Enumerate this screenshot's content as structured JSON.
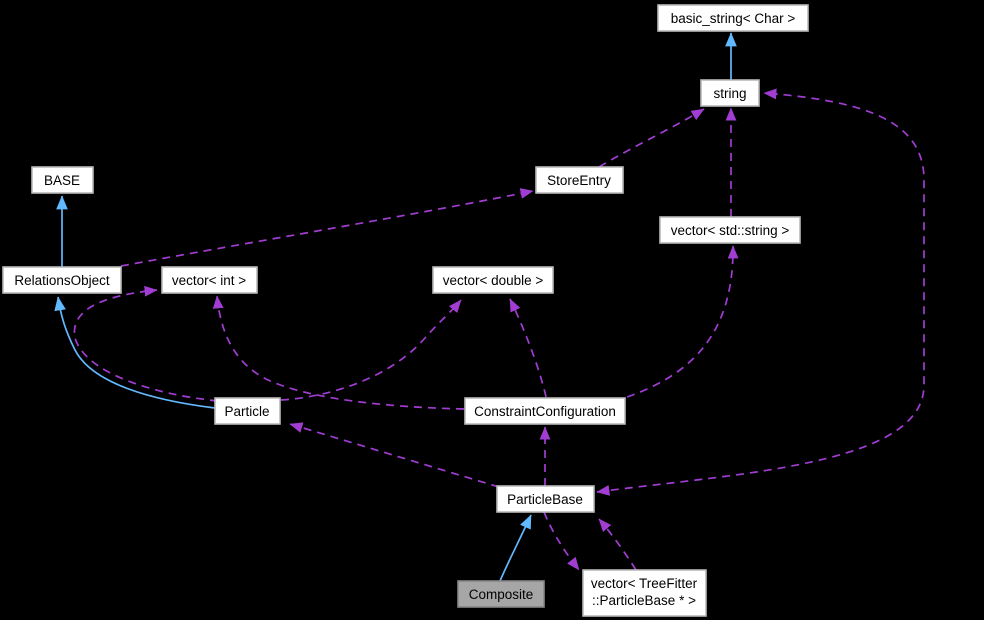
{
  "diagram": {
    "kind": "doxygen-collaboration-graph",
    "colors": {
      "background": "#000000",
      "node_fill": "#ffffff",
      "node_border": "#b9b9b9",
      "highlight_node_fill": "#a6a6a6",
      "highlight_node_border": "#878787",
      "inheritance_arrow": "#63b9ff",
      "usage_arrow": "#a13dd2",
      "text": "#000000"
    },
    "nodes": {
      "basic_string": {
        "label": "basic_string< Char >"
      },
      "string": {
        "label": "string"
      },
      "store_entry": {
        "label": "StoreEntry"
      },
      "vector_std_string": {
        "label": "vector< std::string >"
      },
      "base": {
        "label": "BASE"
      },
      "relations_object": {
        "label": "RelationsObject"
      },
      "vector_int": {
        "label": "vector< int >"
      },
      "vector_double": {
        "label": "vector< double >"
      },
      "particle": {
        "label": "Particle"
      },
      "constraint_configuration": {
        "label": "ConstraintConfiguration"
      },
      "particle_base": {
        "label": "ParticleBase"
      },
      "composite": {
        "label": "Composite",
        "highlighted": true
      },
      "vector_treefitter_particlebase": {
        "line1": "vector< TreeFitter",
        "line2": "::ParticleBase * >"
      }
    },
    "edges": [
      {
        "from": "string",
        "to": "basic_string< Char >",
        "relation": "inheritance"
      },
      {
        "from": "RelationsObject",
        "to": "BASE",
        "relation": "inheritance"
      },
      {
        "from": "Particle",
        "to": "RelationsObject",
        "relation": "inheritance"
      },
      {
        "from": "Composite",
        "to": "ParticleBase",
        "relation": "inheritance"
      },
      {
        "from": "RelationsObject",
        "to": "StoreEntry",
        "relation": "usage"
      },
      {
        "from": "StoreEntry",
        "to": "string",
        "relation": "usage"
      },
      {
        "from": "vector< std::string >",
        "to": "string",
        "relation": "usage"
      },
      {
        "from": "ConstraintConfiguration",
        "to": "vector< std::string >",
        "relation": "usage"
      },
      {
        "from": "ConstraintConfiguration",
        "to": "vector< double >",
        "relation": "usage"
      },
      {
        "from": "Particle",
        "to": "vector< double >",
        "relation": "usage"
      },
      {
        "from": "Particle",
        "to": "vector< int >",
        "relation": "usage"
      },
      {
        "from": "ConstraintConfiguration",
        "to": "vector< int >",
        "relation": "usage"
      },
      {
        "from": "ParticleBase",
        "to": "ConstraintConfiguration",
        "relation": "usage"
      },
      {
        "from": "ParticleBase",
        "to": "Particle",
        "relation": "usage"
      },
      {
        "from": "ParticleBase",
        "to": "string",
        "relation": "usage-bidirectional"
      },
      {
        "from": "ParticleBase",
        "to": "vector< TreeFitter::ParticleBase * >",
        "relation": "usage"
      },
      {
        "from": "vector< TreeFitter::ParticleBase * >",
        "to": "ParticleBase",
        "relation": "usage"
      }
    ]
  }
}
